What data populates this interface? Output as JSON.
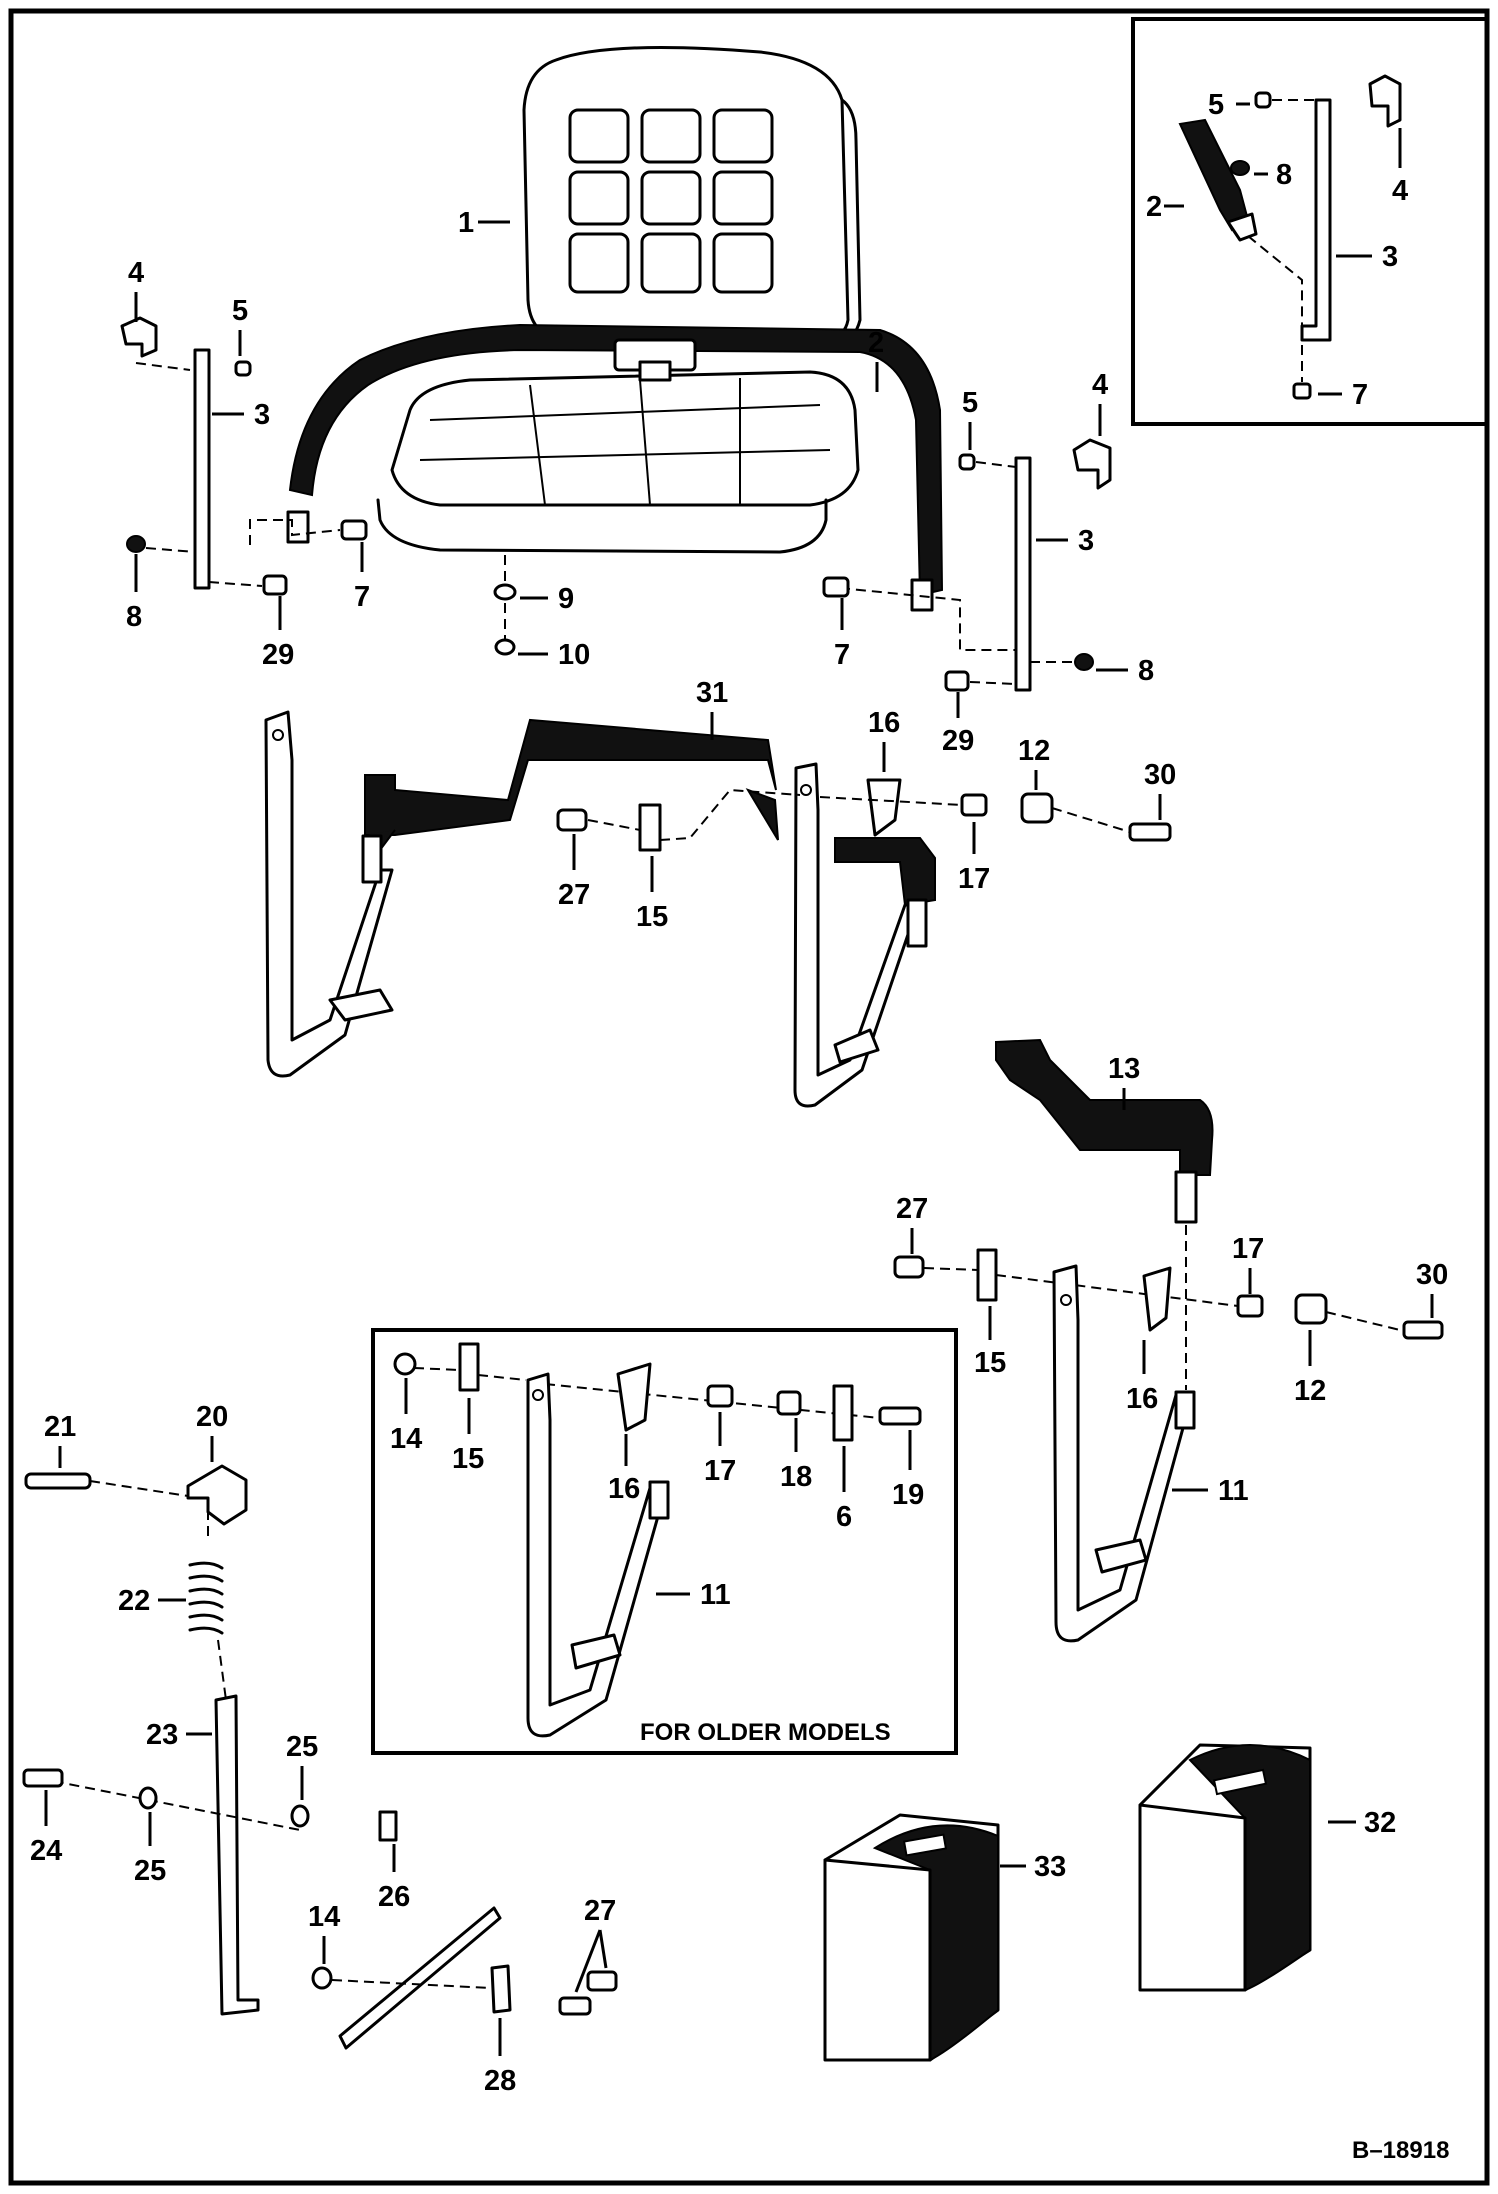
{
  "drawing_number": "B–18918",
  "older_models_caption": "FOR OLDER MODELS",
  "labels": {
    "seat_1": "1",
    "belt_2": "2",
    "bracket_3_left": "3",
    "bracket_3_right": "3",
    "clip_4_left": "4",
    "clip_4_right": "4",
    "nut_5_left": "5",
    "nut_5_right": "5",
    "bolt_7_left": "7",
    "bolt_7_right": "7",
    "nut_8_left": "8",
    "nut_8_right": "8",
    "washer_9": "9",
    "nut_10": "10",
    "bolt_29_left": "29",
    "bolt_29_right": "29",
    "bar_31": "31",
    "plate_16": "16",
    "bushing_12": "12",
    "bolt_30": "30",
    "bolt_27": "27",
    "clip_15": "15",
    "spring_17": "17",
    "bar_13": "13",
    "bolt_27_b": "27",
    "spring_17_b": "17",
    "bolt_30_b": "30",
    "clip_15_b": "15",
    "plate_16_b": "16",
    "bushing_12_b": "12",
    "arm_11": "11",
    "nut_14_old": "14",
    "clip_15_old": "15",
    "plate_16_old": "16",
    "spring_17_old": "17",
    "spacer_18_old": "18",
    "plate_6_old": "6",
    "bolt_19_old": "19",
    "arm_11_old": "11",
    "pin_21": "21",
    "block_20": "20",
    "spring_22": "22",
    "link_23": "23",
    "washer_25_top": "25",
    "bolt_24": "24",
    "washer_25_bot": "25",
    "nut_26": "26",
    "nut_14": "14",
    "bolt_27_c": "27",
    "clip_28": "28",
    "pad_33": "33",
    "pad_32": "32",
    "inset_nut_5": "5",
    "inset_clip_4": "4",
    "inset_nut_8": "8",
    "inset_belt_2": "2",
    "inset_bracket_3": "3",
    "inset_bolt_7": "7"
  }
}
